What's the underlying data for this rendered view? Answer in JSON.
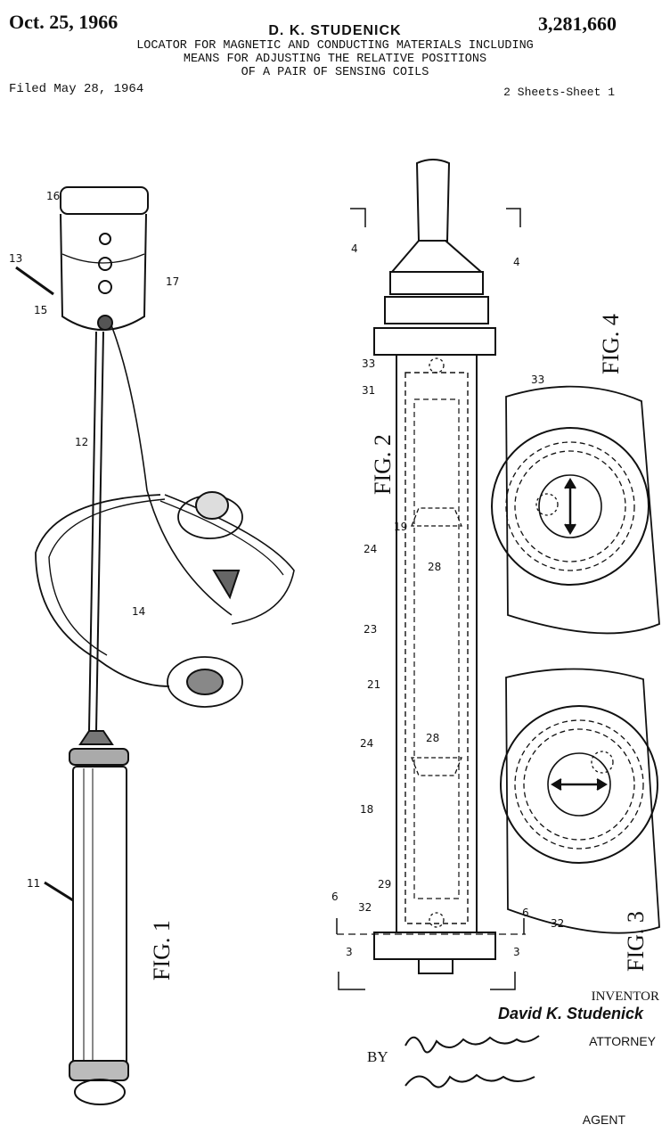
{
  "header": {
    "date": "Oct. 25, 1966",
    "inventor_name": "D. K. STUDENICK",
    "patent_number": "3,281,660",
    "title_lines": [
      "LOCATOR FOR MAGNETIC AND CONDUCTING MATERIALS INCLUDING",
      "MEANS FOR ADJUSTING THE RELATIVE POSITIONS",
      "OF A PAIR OF SENSING COILS"
    ],
    "filed": "Filed May 28, 1964",
    "sheets": "2 Sheets-Sheet 1"
  },
  "figures": {
    "fig1": "FIG. 1",
    "fig2": "FIG. 2",
    "fig3": "FIG. 3",
    "fig4": "FIG. 4"
  },
  "labels": {
    "n16": "16",
    "n13": "13",
    "n17": "17",
    "n15": "15",
    "n12": "12",
    "n14": "14",
    "n11": "11",
    "n4a": "4",
    "n4b": "4",
    "n33": "33",
    "n31": "31",
    "n19": "19",
    "n24a": "24",
    "n28a": "28",
    "n23": "23",
    "n21": "21",
    "n24b": "24",
    "n28b": "28",
    "n18": "18",
    "n29": "29",
    "n32": "32",
    "n6a": "6",
    "n6b": "6",
    "n3a": "3",
    "n3b": "3",
    "n33b": "33",
    "n32b": "32"
  },
  "footer": {
    "inventor_label": "INVENTOR",
    "inventor": "David K. Studenick",
    "by": "BY",
    "attorney": "ATTORNEY",
    "agent": "AGENT"
  }
}
